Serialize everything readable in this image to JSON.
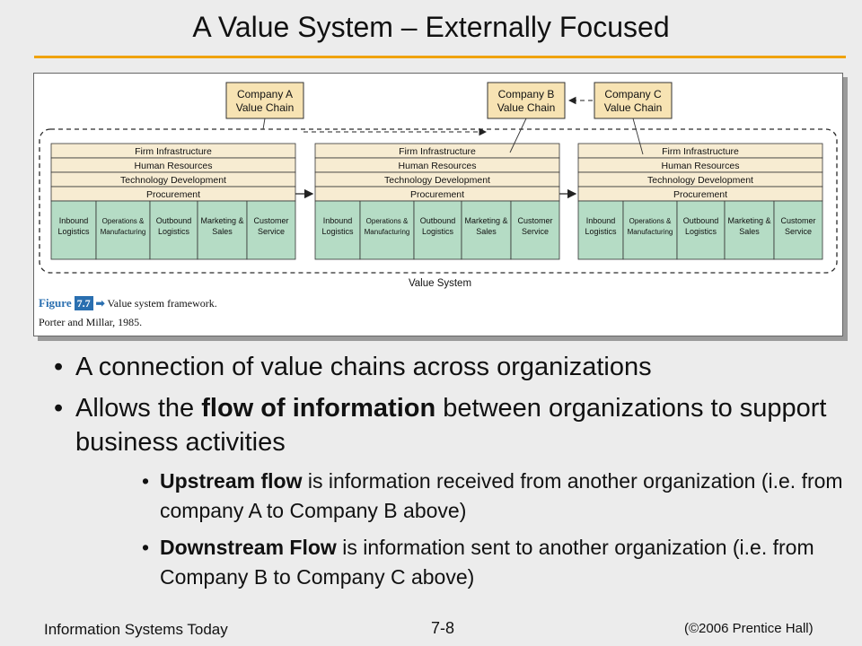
{
  "slide": {
    "title": "A Value System – Externally Focused",
    "footer_left": "Information Systems Today",
    "footer_center": "7-8",
    "footer_right": "(©2006 Prentice Hall)"
  },
  "figure": {
    "companies": [
      {
        "line1": "Company A",
        "line2": "Value Chain"
      },
      {
        "line1": "Company B",
        "line2": "Value Chain"
      },
      {
        "line1": "Company C",
        "line2": "Value Chain"
      }
    ],
    "support_activities": [
      "Firm Infrastructure",
      "Human Resources",
      "Technology Development",
      "Procurement"
    ],
    "primary_activities": [
      [
        "Inbound",
        "Logistics"
      ],
      [
        "Operations &",
        "Manufacturing"
      ],
      [
        "Outbound",
        "Logistics"
      ],
      [
        "Marketing &",
        "Sales"
      ],
      [
        "Customer",
        "Service"
      ]
    ],
    "system_label": "Value System",
    "caption_figure_word": "Figure",
    "caption_figure_number": "7.7",
    "caption_arrow": "➡",
    "caption_text": "Value system framework.",
    "source": "Porter and Millar, 1985.",
    "colors": {
      "support_fill": "#f7ecd2",
      "primary_fill": "#b5dcc5",
      "company_fill": "#f7e3b3",
      "frame_stroke": "#2a2a2a"
    }
  },
  "bullets": [
    {
      "plain": "A connection of value chains across organizations"
    },
    {
      "before": "Allows the ",
      "bold": "flow of information",
      "after": " between organizations to support business activities"
    }
  ],
  "sub_bullets": [
    {
      "bold": "Upstream flow",
      "after": " is information received from another organization (i.e. from company A to Company B above)"
    },
    {
      "bold": "Downstream Flow",
      "after": " is information sent to another organization (i.e. from Company B to Company C above)"
    }
  ],
  "bullet_glyph": "•"
}
